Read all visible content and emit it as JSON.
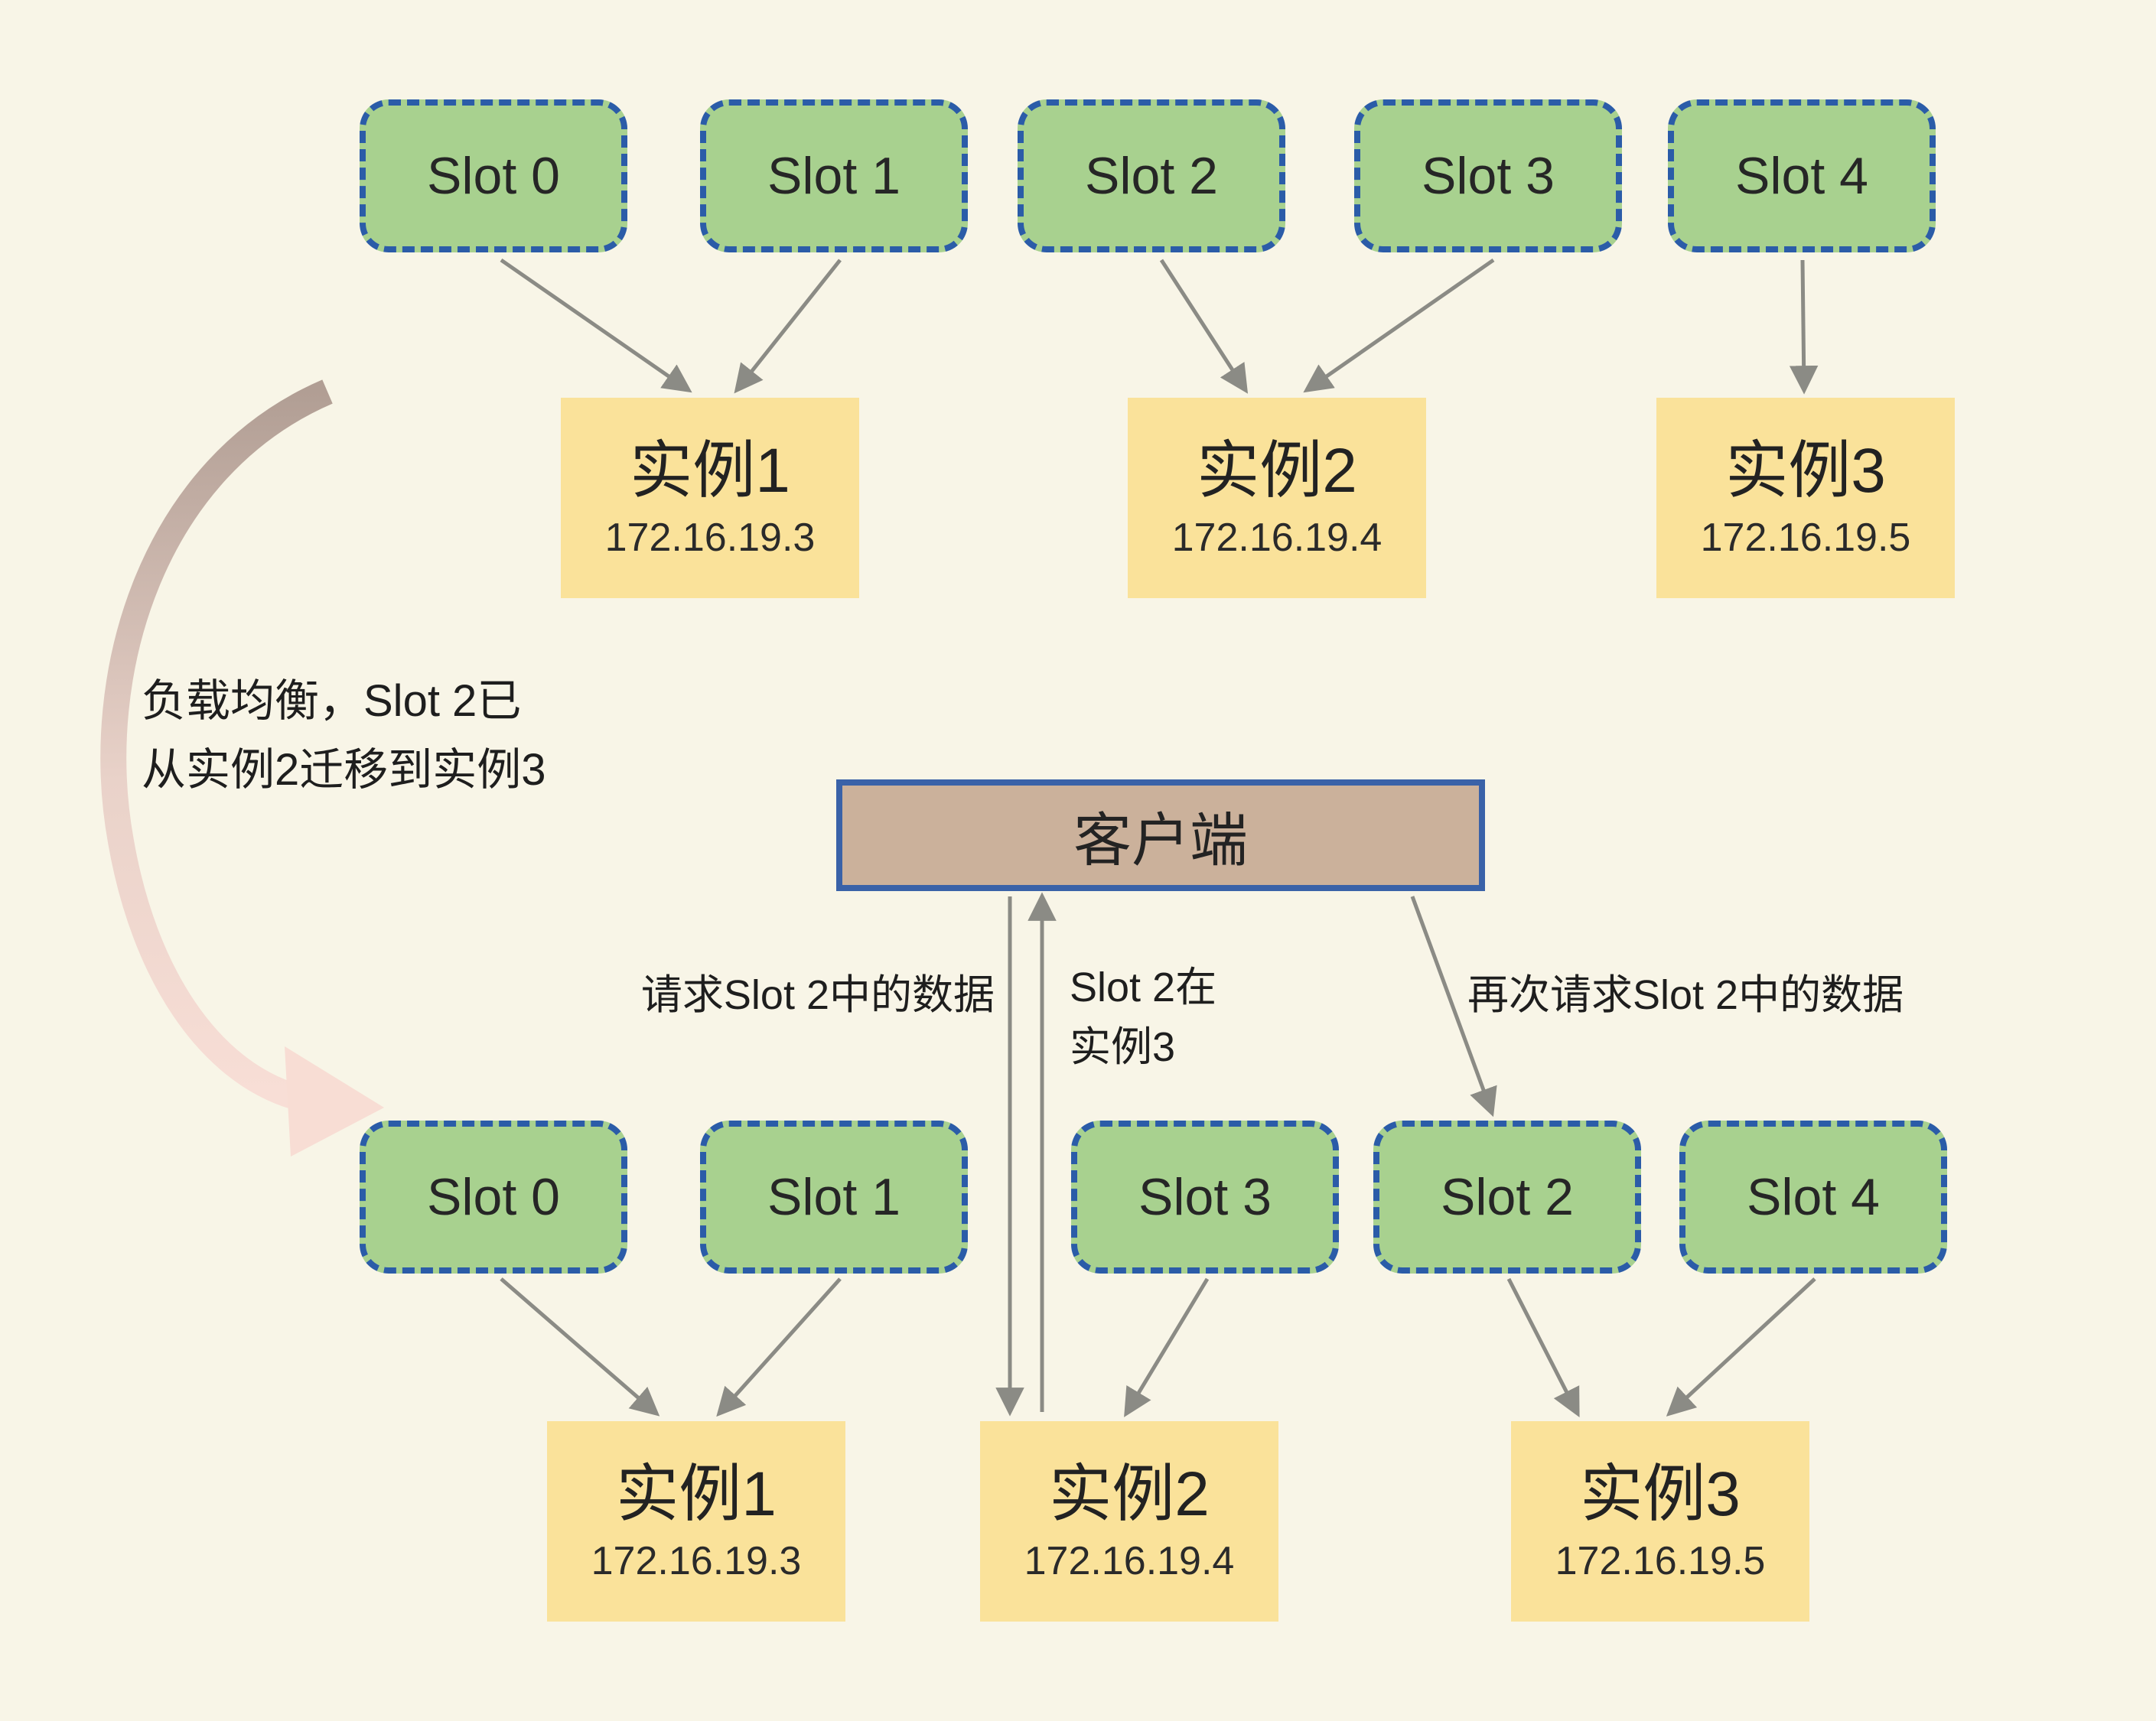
{
  "before": {
    "slots": [
      "Slot 0",
      "Slot 1",
      "Slot 2",
      "Slot 3",
      "Slot 4"
    ],
    "instances": [
      {
        "name": "实例1",
        "ip": "172.16.19.3"
      },
      {
        "name": "实例2",
        "ip": "172.16.19.4"
      },
      {
        "name": "实例3",
        "ip": "172.16.19.5"
      }
    ]
  },
  "migration_note": {
    "line1": "负载均衡，Slot 2已",
    "line2": "从实例2迁移到实例3"
  },
  "client": {
    "label": "客户端"
  },
  "edge_labels": {
    "request": "请求Slot 2中的数据",
    "moved_line1": "Slot 2在",
    "moved_line2": "实例3",
    "retry": "再次请求Slot 2中的数据"
  },
  "after": {
    "slots": [
      "Slot 0",
      "Slot 1",
      "Slot 3",
      "Slot 2",
      "Slot 4"
    ],
    "instances": [
      {
        "name": "实例1",
        "ip": "172.16.19.3"
      },
      {
        "name": "实例2",
        "ip": "172.16.19.4"
      },
      {
        "name": "实例3",
        "ip": "172.16.19.5"
      }
    ]
  },
  "colors": {
    "background": "#f8f5e7",
    "slot_fill": "#a8d18f",
    "slot_border": "#2b5ca8",
    "instance_fill": "#fae29a",
    "client_fill": "#cbb19b",
    "client_border": "#3a62a8",
    "arrow_gray": "#8b8b85",
    "migration_arrow_start": "#b19e94",
    "migration_arrow_end": "#f8ded6"
  }
}
